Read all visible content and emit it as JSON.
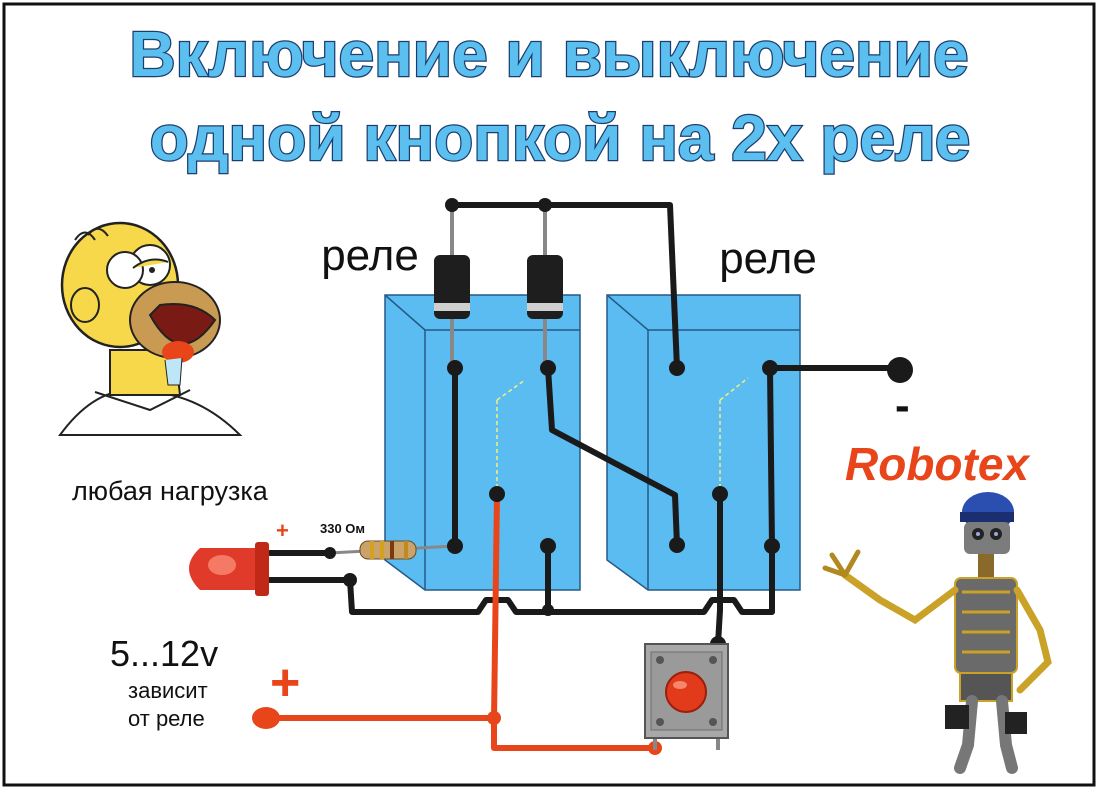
{
  "title": {
    "line1": "Включение и выключение",
    "line2": "одной кнопкой на 2х реле"
  },
  "labels": {
    "relay_left": "реле",
    "relay_right": "реле",
    "load": "любая нагрузка",
    "resistor": "330 Ом",
    "led_plus": "+",
    "supply_voltage": "5...12v",
    "supply_note_1": "зависит",
    "supply_note_2": "от реле",
    "supply_plus": "+",
    "minus": "-",
    "brand": "Robotex"
  },
  "colors": {
    "title_fill": "#5bc0f0",
    "title_outline": "#1c3e6e",
    "relay_body": "#5bbcf2",
    "wire": "#1a1a1a",
    "positive_wire": "#e8461a",
    "led": "#e03a2a",
    "button": "#e23b1c",
    "brand": "#e8461a"
  }
}
